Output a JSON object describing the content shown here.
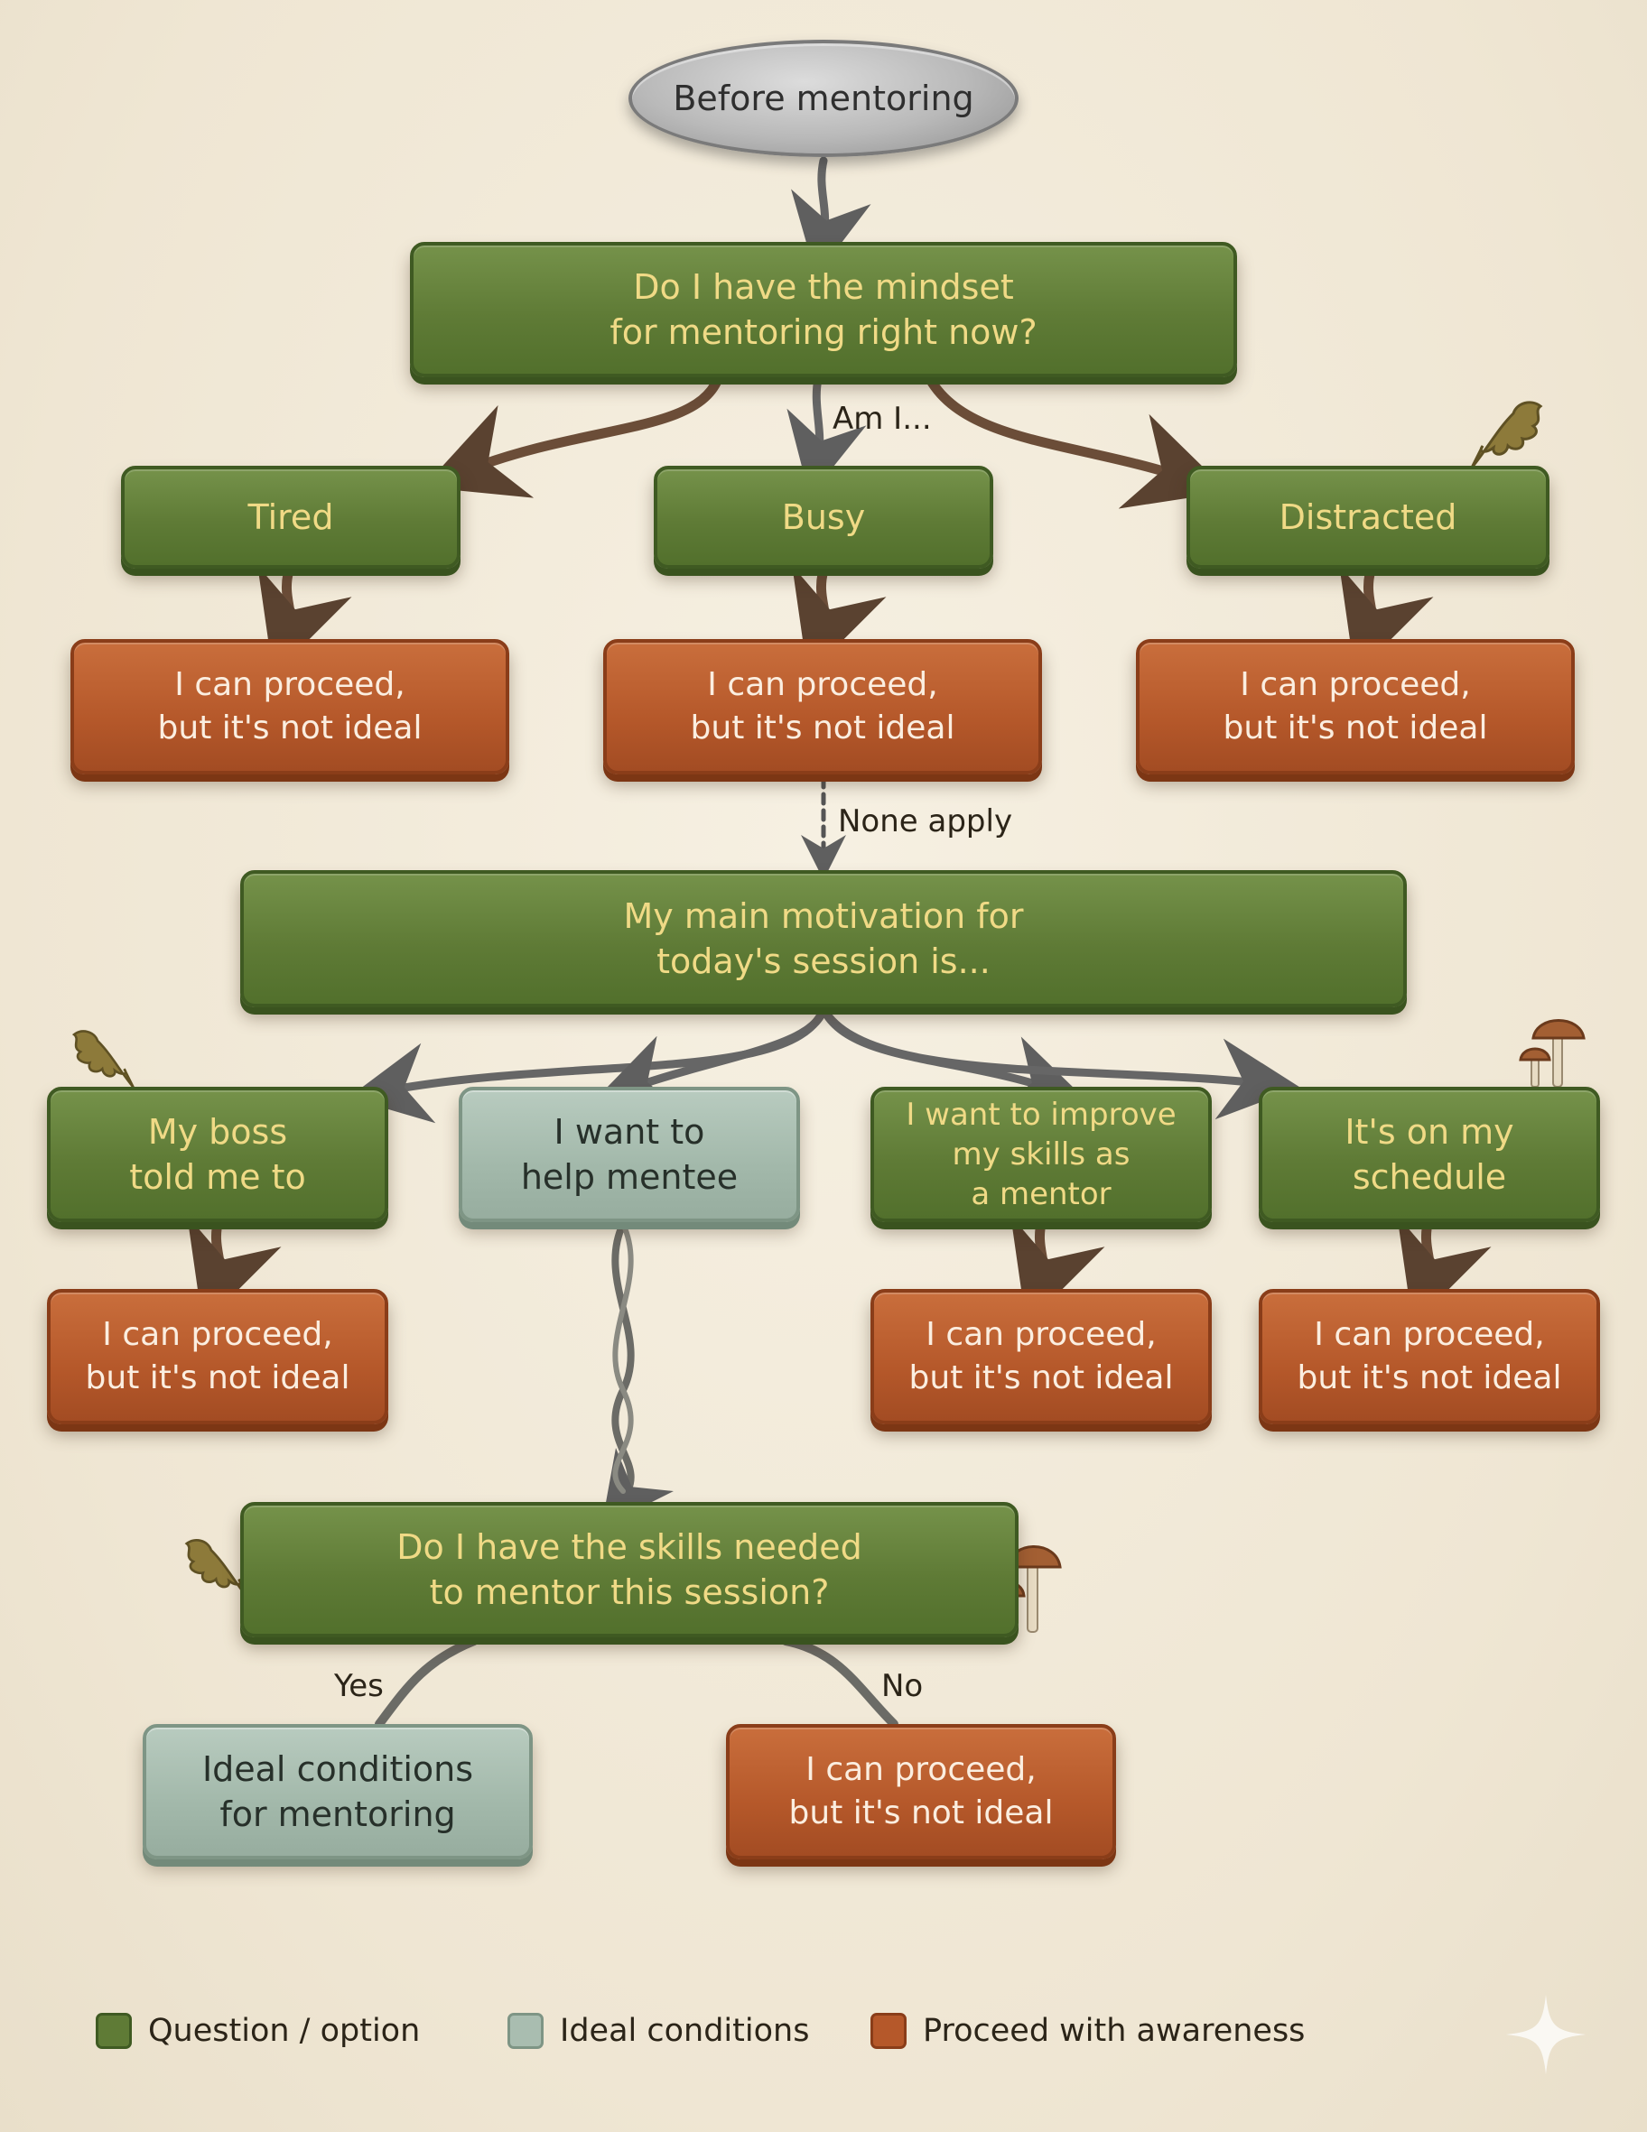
{
  "title": "Before mentoring",
  "questions": {
    "q1": "Do I have the mindset\nfor mentoring right now?",
    "q2": "My main motivation for\ntoday's session is...",
    "q3": "Do I have the skills needed\nto mentor this session?"
  },
  "mindset_options": [
    "Tired",
    "Busy",
    "Distracted"
  ],
  "motivation_options": {
    "boss": "My boss\ntold me to",
    "help": "I want to\nhelp mentee",
    "improve": "I want to improve\nmy skills as\na mentor",
    "schedule": "It's on my\nschedule"
  },
  "outcomes": {
    "proceed": "I can proceed,\nbut it's not ideal",
    "ideal": "Ideal conditions\nfor mentoring"
  },
  "edge_labels": {
    "am_i": "Am I...",
    "none_apply": "None apply",
    "yes": "Yes",
    "no": "No"
  },
  "legend": [
    {
      "label": "Question / option",
      "color": "#5f7b36"
    },
    {
      "label": "Ideal conditions",
      "color": "#a9bdb0"
    },
    {
      "label": "Proceed with awareness",
      "color": "#b5582a"
    }
  ]
}
